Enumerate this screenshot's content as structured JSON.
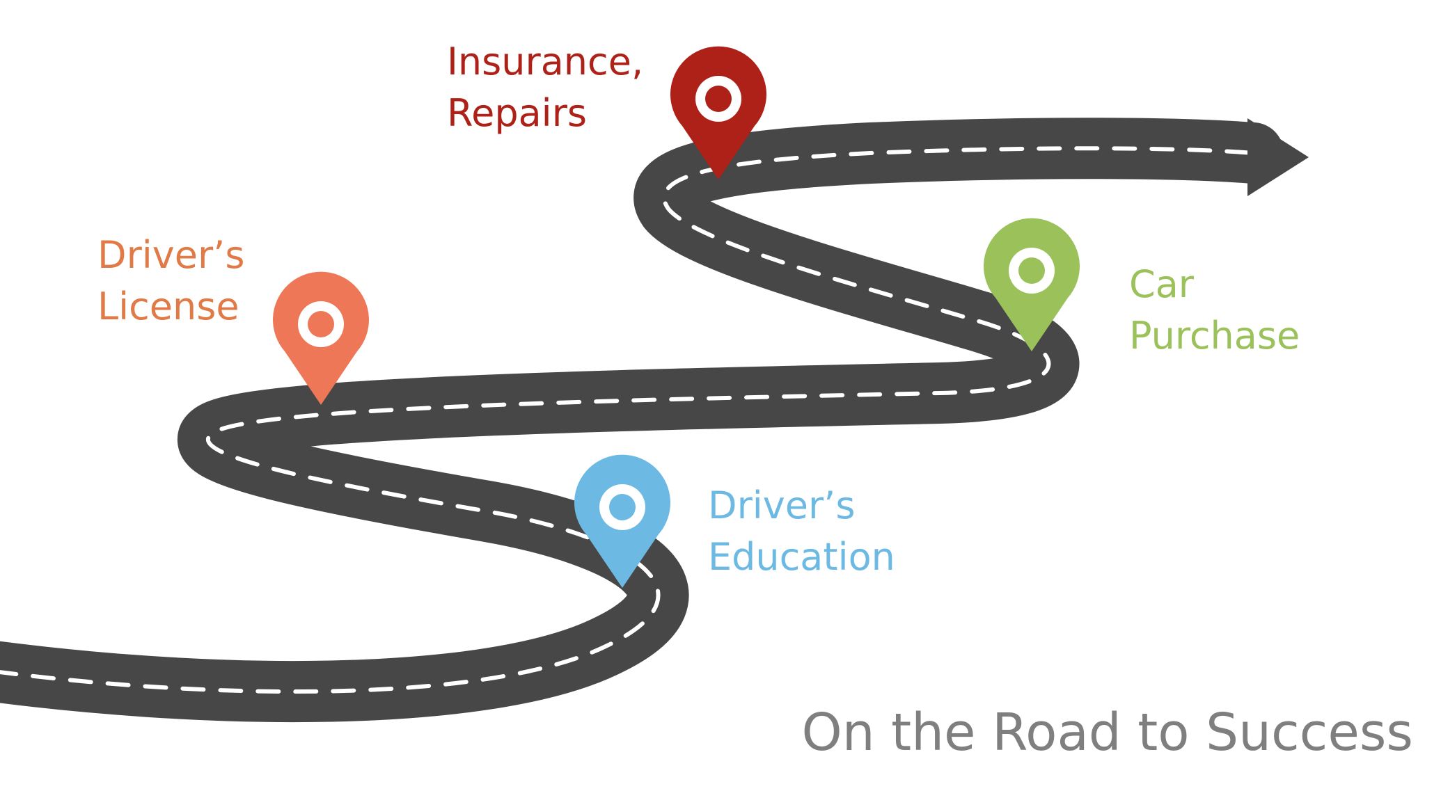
{
  "title": "On the Road to Success",
  "colors": {
    "road": "#474747",
    "lane_marking": "#ffffff",
    "title": "#7f7f7f"
  },
  "milestones": [
    {
      "id": "insurance",
      "lines": [
        "Insurance,",
        "Repairs"
      ],
      "color": "#ad2118",
      "icon": "map-pin-icon"
    },
    {
      "id": "license",
      "lines": [
        "Driver’s",
        "License"
      ],
      "color": "#ee7757",
      "label_color": "#e07a47",
      "icon": "map-pin-icon"
    },
    {
      "id": "car",
      "lines": [
        "Car",
        "Purchase"
      ],
      "color": "#9bc15a",
      "icon": "map-pin-icon"
    },
    {
      "id": "education",
      "lines": [
        "Driver’s",
        "Education"
      ],
      "color": "#6cb9e4",
      "icon": "map-pin-icon"
    }
  ]
}
